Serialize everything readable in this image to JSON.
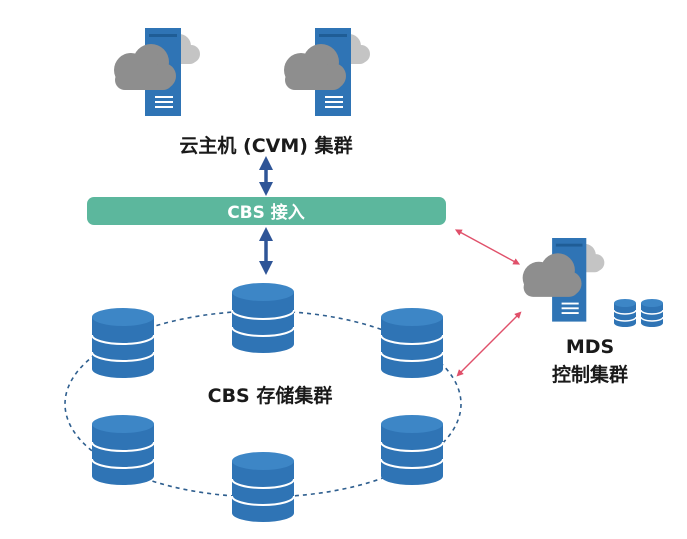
{
  "cvm_cluster": {
    "label": "云主机 (CVM) 集群"
  },
  "access_layer": {
    "label": "CBS 接入"
  },
  "storage_cluster": {
    "label": "CBS 存储集群"
  },
  "mds_cluster": {
    "line1": "MDS",
    "line2": "控制集群"
  },
  "colors": {
    "server_blue": "#2f74b5",
    "cloud_gray": "#8e8e8e",
    "bar_green": "#5cb79d",
    "arrow_blue": "#2f5597",
    "arrow_red": "#e0506a",
    "dashed_ring": "#2f5f8f"
  }
}
